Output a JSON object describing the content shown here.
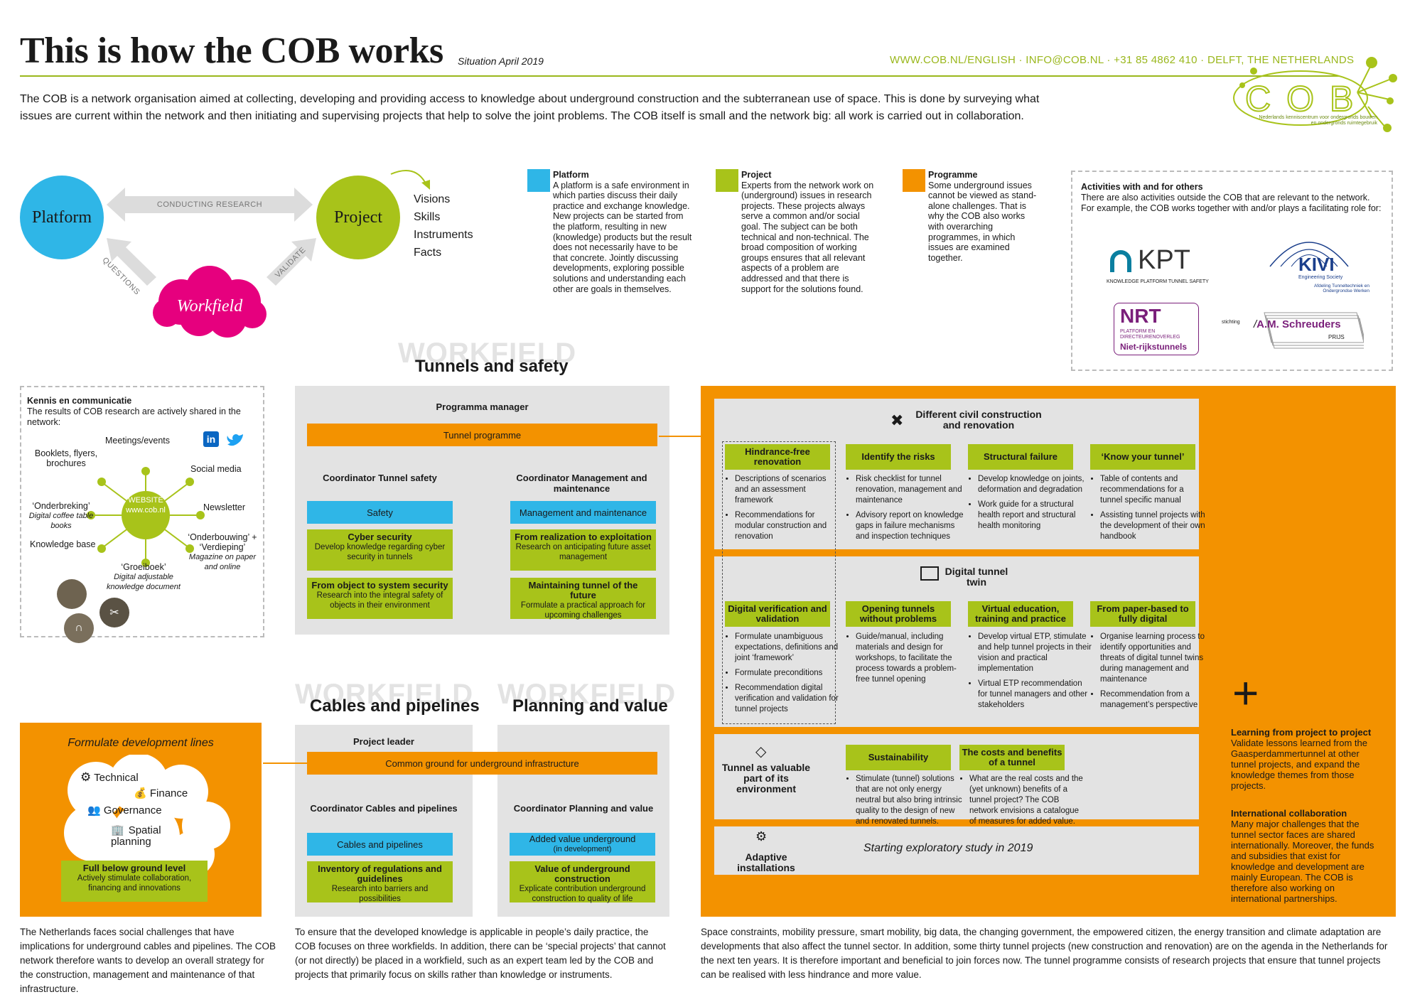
{
  "header": {
    "title": "This is how the COB works",
    "subtitle": "Situation April 2019",
    "contact": "WWW.COB.NL/ENGLISH  ·  INFO@COB.NL  ·  +31 85 4862 410  ·  DELFT, THE NETHERLANDS"
  },
  "intro": "The COB is a network organisation aimed at collecting, developing and providing access to knowledge about underground construction and the subterranean use of space. This is done by surveying what issues are current within the network and then initiating and supervising projects that help to solve the joint problems. The COB itself is small and the network big: all work is carried out in collaboration.",
  "logo": {
    "text": "COB",
    "tagline1": "Nederlands",
    "tagline2": "kenniscentrum voor ondergronds bouwen",
    "tagline3": "en ondergronds ruimtegebruik"
  },
  "cycle": {
    "platform": "Platform",
    "project": "Project",
    "workfield": "Workfield",
    "conducting": "CONDUCTING RESEARCH",
    "questions": "QUESTIONS",
    "validate": "VALIDATE",
    "outputs": [
      "Visions",
      "Skills",
      "Instruments",
      "Facts"
    ]
  },
  "legend": [
    {
      "title": "Platform",
      "body": "A platform is a safe environment in which parties discuss their daily practice and exchange knowledge. New projects can be started from the platform, resulting in new (knowledge) products but the result does not necessarily have to be that concrete. Jointly discussing developments, exploring possible solutions and understanding each other are goals in themselves."
    },
    {
      "title": "Project",
      "body": "Experts from the network work on (underground) issues in research projects. These projects always serve a common and/or social goal. The subject can be both technical and non-technical. The broad composition of working groups ensures that all relevant aspects of a problem are addressed and that there is support for the solutions found."
    },
    {
      "title": "Programme",
      "body": "Some underground issues cannot be viewed as stand-alone challenges. That is why the COB also works with overarching programmes, in which issues are examined together."
    }
  ],
  "activities": {
    "title": "Activities with and for others",
    "body": "There are also activities outside the COB that are relevant to the network. For example, the COB works together with and/or plays a facilitating role for:",
    "kpt": "KPT",
    "kpt_sub": "KNOWLEDGE PLATFORM TUNNEL SAFETY",
    "kivi": "KIVI",
    "kivi_sub": "Engineering Society",
    "kivi_sub2": "Afdeling Tunneltechniek en Ondergrondse Werken",
    "nrt": "NRT",
    "nrt_sub": "PLATFORM EN DIRECTEURENOVERLEG",
    "nrt_sub2": "Niet-rijkstunnels",
    "schr_pre": "stichting",
    "schr": "A.M. Schreuders",
    "schr_sub": "PRIJS"
  },
  "knowledge": {
    "title": "Kennis en communicatie",
    "body": "The results of COB research are actively shared in the network:",
    "website": "WEBSITE",
    "website_url": "www.cob.nl",
    "items": [
      "Meetings/events",
      "Booklets, flyers, brochures",
      "Social media",
      "‘Onderbreking’",
      "Digital coffee table books",
      "Newsletter",
      "Knowledge base",
      "‘Onderbouwing’ + ‘Verdieping’",
      "Magazine on paper and online",
      "‘Groeiboek’",
      "Digital adjustable knowledge document"
    ]
  },
  "tunnels": {
    "ghost": "WORKFIELD",
    "title": "Tunnels and safety",
    "manager": "Programma manager",
    "programme": "Tunnel programme",
    "coord_left": "Coordinator Tunnel safety",
    "coord_right": "Coordinator Management and maintenance",
    "left_bar": "Safety",
    "right_bar": "Management and maintenance",
    "boxes_left": [
      {
        "t": "Cyber security",
        "s": "Develop knowledge regarding cyber security in tunnels"
      },
      {
        "t": "From object to system security",
        "s": "Research into the integral safety of objects in their environment"
      }
    ],
    "boxes_right": [
      {
        "t": "From realization to exploitation",
        "s": "Research on anticipating future asset management"
      },
      {
        "t": "Maintaining tunnel of the future",
        "s": "Formulate a practical approach for upcoming challenges"
      }
    ]
  },
  "cables": {
    "ghost": "WORKFIELD",
    "title": "Cables and pipelines",
    "leader": "Project leader",
    "common": "Common ground for underground infrastructure",
    "coord": "Coordinator Cables and pipelines",
    "bar": "Cables and pipelines",
    "box_t": "Inventory of regulations and guidelines",
    "box_s": "Research into barriers and possibilities"
  },
  "planning": {
    "ghost": "WORKFIELD",
    "title": "Planning and value",
    "coord": "Coordinator Planning and value",
    "bar": "Added value underground",
    "bar_sub": "(in development)",
    "box_t": "Value of underground construction",
    "box_s": "Explicate contribution underground construction to quality of life"
  },
  "devlines": {
    "title": "Formulate development lines",
    "items": [
      "Technical",
      "Finance",
      "Governance",
      "Spatial planning"
    ],
    "box_t": "Full below ground level",
    "box_s": "Actively stimulate collaboration, financing and innovations"
  },
  "programme": {
    "civil": {
      "title": "Different civil construction and renovation",
      "cols": [
        {
          "h": "Hindrance-free renovation",
          "items": [
            "Descriptions of scenarios and an assessment framework",
            "Recommendations for modular construction and renovation"
          ]
        },
        {
          "h": "Identify the risks",
          "items": [
            "Risk checklist for tunnel renovation, management and maintenance",
            "Advisory report on knowledge gaps in failure mechanisms and inspection techniques"
          ]
        },
        {
          "h": "Structural failure",
          "items": [
            "Develop knowledge on joints, deformation and degradation",
            "Work guide for a structural health report and structural health monitoring"
          ]
        },
        {
          "h": "‘Know your tunnel’",
          "items": [
            "Table of contents and recommendations for a tunnel specific manual",
            "Assisting tunnel projects with the development of their own handbook"
          ]
        }
      ]
    },
    "twin": {
      "title": "Digital tunnel twin",
      "cols": [
        {
          "h": "Digital verification and validation",
          "items": [
            "Formulate unambiguous expectations, definitions and joint ‘framework’",
            "Formulate preconditions",
            "Recommendation digital verification and validation for tunnel projects"
          ]
        },
        {
          "h": "Opening tunnels without problems",
          "items": [
            "Guide/manual, including materials and design for workshops, to facilitate the process towards a problem-free tunnel opening"
          ]
        },
        {
          "h": "Virtual education, training and practice",
          "items": [
            "Develop virtual ETP, stimulate and help tunnel projects in their vision and practical implementation",
            "Virtual ETP recommendation for tunnel managers and other stakeholders"
          ]
        },
        {
          "h": "From paper-based to fully digital",
          "items": [
            "Organise learning process to identify opportunities and threats of digital tunnel twins during management and maintenance",
            "Recommendation from a management’s perspective"
          ]
        }
      ]
    },
    "env": {
      "title": "Tunnel as valuable part of its environment",
      "cols": [
        {
          "h": "Sustainability",
          "items": [
            "Stimulate (tunnel) solutions that are not only energy neutral but also bring intrinsic quality to the design of new and renovated tunnels."
          ]
        },
        {
          "h": "The costs and benefits of a tunnel",
          "items": [
            "What are the real costs and the (yet unknown) benefits of a tunnel project? The COB network envisions a catalogue of measures for added value."
          ]
        }
      ]
    },
    "adaptive": {
      "title": "Adaptive installations",
      "body": "Starting exploratory study in 2019"
    },
    "plus": "+",
    "learning_t": "Learning from project to project",
    "learning_b": "Validate lessons learned from the Gaasperdammertunnel at other tunnel projects, and expand the knowledge themes from those projects.",
    "intl_t": "International collaboration",
    "intl_b": "Many major challenges that the tunnel sector faces are shared internationally. Moreover, the funds and subsidies that exist for knowledge and development are mainly European. The COB is therefore also working on international partnerships."
  },
  "footer": [
    "The Netherlands faces social challenges that have implications for underground cables and pipelines. The COB network therefore wants to develop an overall strategy for the construction, management and maintenance of that infrastructure.",
    "To ensure that the developed knowledge is applicable in people’s daily practice, the COB focuses on three workfields. In addition, there can be ‘special projects’ that cannot (or not directly) be placed in a workfield, such as an expert team led by the COB and projects that primarily focus on skills rather than knowledge or instruments.",
    "Space constraints, mobility pressure, smart mobility, big data, the changing government, the empowered citizen, the energy transition and climate adaptation are developments that also affect the tunnel sector. In addition, some thirty tunnel projects (new construction and renovation) are on the agenda in the Netherlands for the next ten years. It is therefore important and beneficial to join forces now. The tunnel programme consists of research projects that ensure that tunnel projects can be realised with less hindrance and more value."
  ],
  "colors": {
    "green": "#a8c31a",
    "blue": "#2fb6e7",
    "orange": "#f39200",
    "magenta": "#e6007e",
    "gray": "#e3e3e3"
  }
}
